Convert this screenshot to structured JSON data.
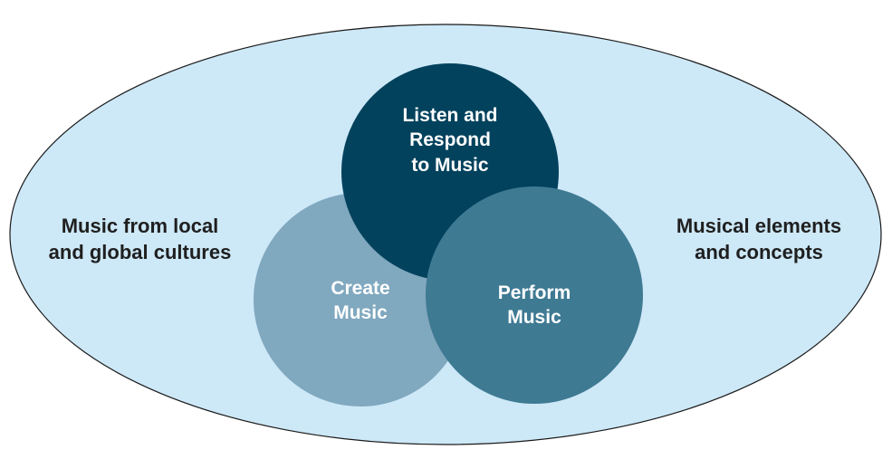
{
  "colors": {
    "outer_fill": "#cde8f7",
    "outer_stroke": "#1a1a1a",
    "listen_fill": "#03425d",
    "create_fill": "#80a8bf",
    "perform_fill": "#3f7a93"
  },
  "outer": {
    "left_lines": [
      "Music from local",
      "and global cultures"
    ],
    "right_lines": [
      "Musical elements",
      "and concepts"
    ]
  },
  "circles": {
    "listen_lines": [
      "Listen and",
      "Respond",
      "to Music"
    ],
    "create_lines": [
      "Create",
      "Music"
    ],
    "perform_lines": [
      "Perform",
      "Music"
    ]
  }
}
